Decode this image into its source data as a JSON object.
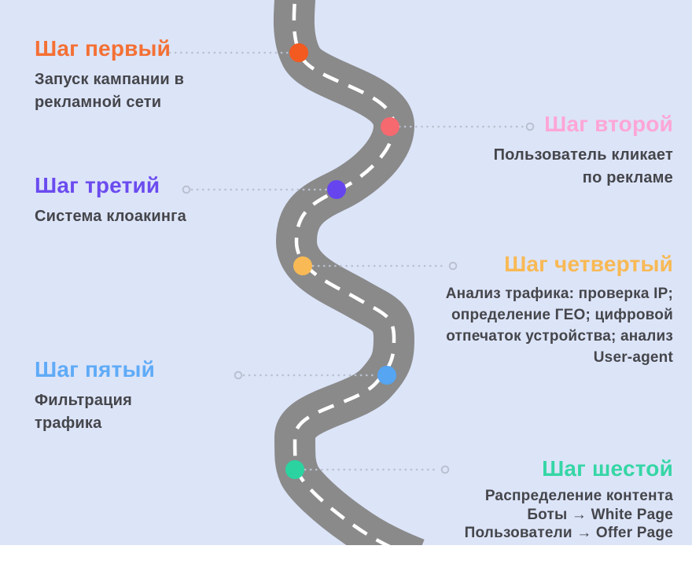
{
  "page": {
    "background": "#dce4f8",
    "footer_background": "#ffffff",
    "body_text_color": "#45464b"
  },
  "road": {
    "color": "#8a8a8a",
    "centerline_color": "#ffffff"
  },
  "leader": {
    "color": "#b9c1d0"
  },
  "steps": [
    {
      "id": "step-1",
      "side": "left",
      "title": "Шаг первый",
      "title_color": "#f47034",
      "dot_color": "#f25a20",
      "body": "Запуск кампании в\nрекламной сети"
    },
    {
      "id": "step-2",
      "side": "right",
      "title": "Шаг второй",
      "title_color": "#fda6d6",
      "dot_color": "#f5696f",
      "body": "Пользователь кликает\nпо рекламе"
    },
    {
      "id": "step-3",
      "side": "left",
      "title": "Шаг третий",
      "title_color": "#6b4bef",
      "dot_color": "#6645ef",
      "body": "Система клоакинга"
    },
    {
      "id": "step-4",
      "side": "right",
      "title": "Шаг четвертый",
      "title_color": "#f8b954",
      "dot_color": "#f9ba55",
      "body": "Анализ трафика: проверка IP;\nопределение ГЕО; цифровой\nотпечаток устройства; анализ\nUser-agent"
    },
    {
      "id": "step-5",
      "side": "left",
      "title": "Шаг пятый",
      "title_color": "#5fabf7",
      "dot_color": "#55a5f2",
      "body": "Фильтрация\nтрафика"
    },
    {
      "id": "step-6",
      "side": "right",
      "title": "Шаг шестой",
      "title_color": "#35d6a5",
      "dot_color": "#2bd3a0",
      "body": "Распределение контента\nБоты → White Page\nПользователи → Offer Page"
    }
  ]
}
